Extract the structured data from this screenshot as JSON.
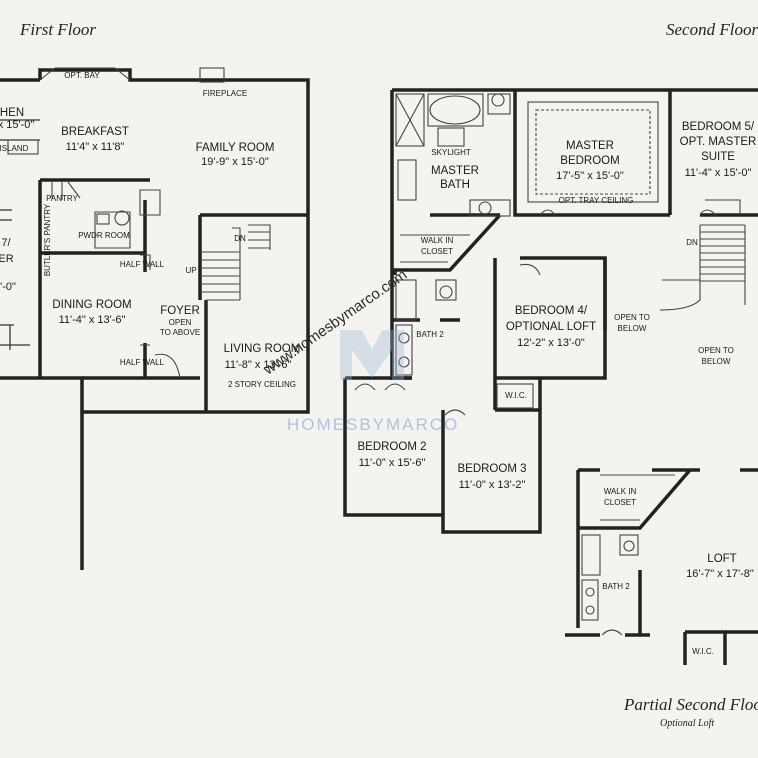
{
  "titles": {
    "first_floor": "First Floor",
    "second_floor": "Second Floor",
    "partial_second_floor": "Partial Second Floor",
    "optional_loft": "Optional Loft"
  },
  "watermark": {
    "url": "www.homesbymarco.com",
    "logo_text": "HOMESBYMARCO",
    "logo_color": "#9fb7cf"
  },
  "first_floor": {
    "kitchen_name": "HEN",
    "kitchen_dim": "x 15'-0\"",
    "island": "ISLAND",
    "opt_bay": "OPT. BAY",
    "fireplace": "FIREPLACE",
    "breakfast_name": "BREAKFAST",
    "breakfast_dim": "11'4\" x 11'8\"",
    "family_name": "FAMILY ROOM",
    "family_dim": "19'-9\" x 15'-0\"",
    "pantry": "PANTRY",
    "butlers_pantry": "BUTLER'S PANTRY",
    "pwdr_room": "PWDR ROOM",
    "half_wall_1": "HALF WALL",
    "half_wall_2": "HALF WALL",
    "dn": "DN",
    "up": "UP",
    "left_room_1": "7/",
    "left_room_2": "ER",
    "left_room_3": "'-0\"",
    "dining_name": "DINING ROOM",
    "dining_dim": "11'-4\" x 13'-6\"",
    "foyer_name": "FOYER",
    "foyer_note_1": "OPEN",
    "foyer_note_2": "TO ABOVE",
    "living_name": "LIVING ROOM",
    "living_dim": "11'-8\" x 13'-6\"",
    "living_note": "2 STORY CEILING"
  },
  "second_floor": {
    "skylight": "SKYLIGHT",
    "master_bath_1": "MASTER",
    "master_bath_2": "BATH",
    "walk_in_closet_1": "WALK IN",
    "walk_in_closet_2": "CLOSET",
    "master_bed_1": "MASTER",
    "master_bed_2": "BEDROOM",
    "master_bed_dim": "17'-5\" x 15'-0\"",
    "opt_tray": "OPT. TRAY CEILING",
    "bed5_1": "BEDROOM 5/",
    "bed5_2": "OPT. MASTER",
    "bed5_3": "SUITE",
    "bed5_dim": "11'-4\" x 15'-0\"",
    "dn": "DN",
    "bed4_1": "BEDROOM 4/",
    "bed4_2": "OPTIONAL LOFT",
    "bed4_dim": "12'-2\" x 13'-0\"",
    "open_below_1a": "OPEN TO",
    "open_below_1b": "BELOW",
    "open_below_2a": "OPEN TO",
    "open_below_2b": "BELOW",
    "bath2": "BATH 2",
    "wic": "W.I.C.",
    "bed2_name": "BEDROOM 2",
    "bed2_dim": "11'-0\" x 15'-6\"",
    "bed3_name": "BEDROOM 3",
    "bed3_dim": "11'-0\" x 13'-2\""
  },
  "partial": {
    "walk_in_1": "WALK IN",
    "walk_in_2": "CLOSET",
    "bath2": "BATH 2",
    "loft_name": "LOFT",
    "loft_dim": "16'-7\" x 17'-8\"",
    "wic": "W.I.C."
  }
}
